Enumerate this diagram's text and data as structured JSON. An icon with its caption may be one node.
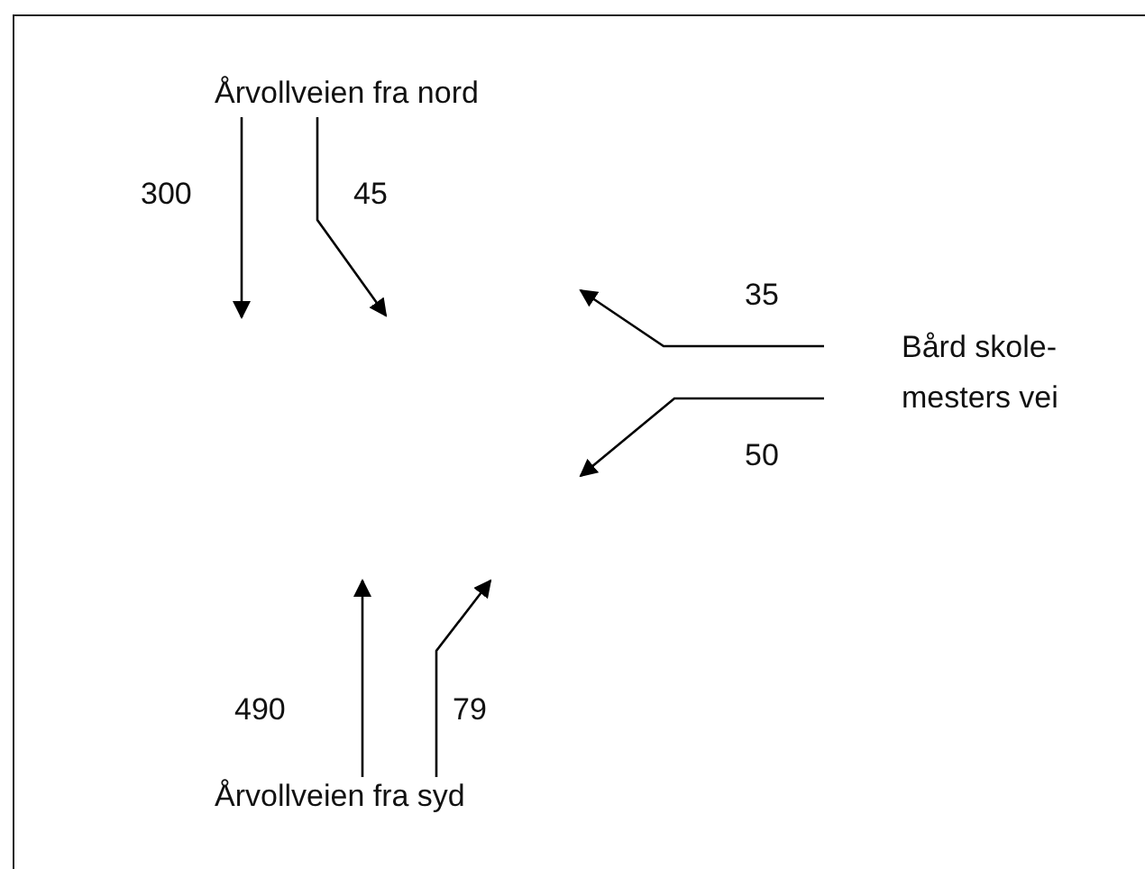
{
  "diagram": {
    "nodes": [
      {
        "text": [
          "Årvollveien fra nord"
        ]
      },
      {
        "text": [
          "Bård skole- mesters vei"
        ]
      },
      {
        "text": [
          "Årvollveien fra syd"
        ]
      }
    ],
    "edges": [
      {
        "from": 0,
        "to": null,
        "arrow": "to",
        "label": "300"
      },
      {
        "from": 0,
        "to": null,
        "arrow": "to",
        "label": "45"
      },
      {
        "from": 1,
        "to": null,
        "arrow": "to",
        "label": "35"
      },
      {
        "from": 1,
        "to": null,
        "arrow": "to",
        "label": "50"
      },
      {
        "from": 2,
        "to": null,
        "arrow": "to",
        "label": "490"
      },
      {
        "from": 2,
        "to": null,
        "arrow": "to",
        "label": "79"
      }
    ]
  }
}
